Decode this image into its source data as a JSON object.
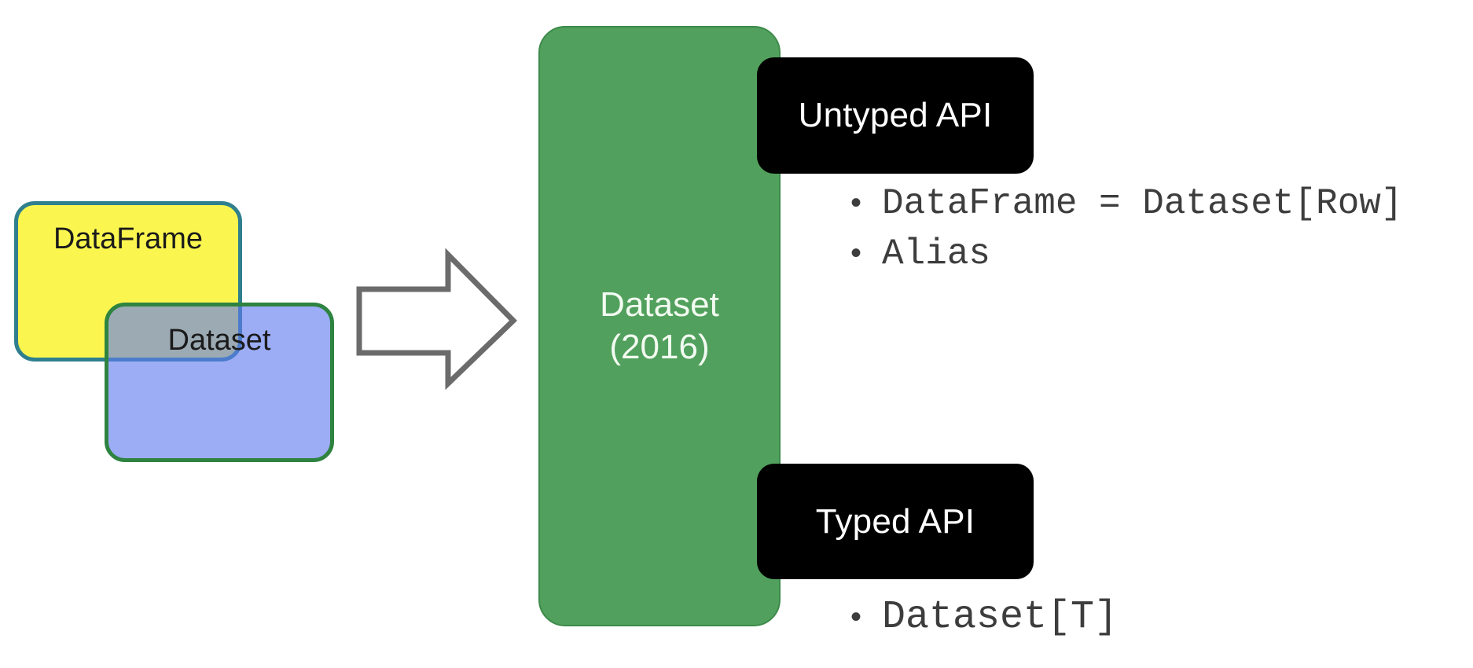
{
  "diagram": {
    "title": "Spark Dataset unification diagram",
    "colors": {
      "dataframe_fill": "#FBF64F",
      "dataframe_border": "#2F7F8E",
      "dataset_fill": "#607BF0",
      "dataset_border": "#2E8340",
      "panel_fill": "#52A05D",
      "pill_fill": "#000000",
      "pill_text": "#FFFFFF",
      "bullet_text": "#3D3D3D",
      "arrow_stroke": "#6B6B6B",
      "background": "#FFFFFF"
    },
    "left": {
      "dataframe_label": "DataFrame",
      "dataset_label": "Dataset"
    },
    "arrow": {
      "icon": "right-block-arrow-icon"
    },
    "panel": {
      "line1": "Dataset",
      "line2": "(2016)"
    },
    "untyped": {
      "pill_label": "Untyped API",
      "bullets": [
        {
          "marker": "•",
          "text": "DataFrame = Dataset[Row]"
        },
        {
          "marker": "•",
          "text": "Alias"
        }
      ]
    },
    "typed": {
      "pill_label": "Typed API",
      "bullets": [
        {
          "marker": "•",
          "text": "Dataset[T]"
        }
      ]
    }
  }
}
